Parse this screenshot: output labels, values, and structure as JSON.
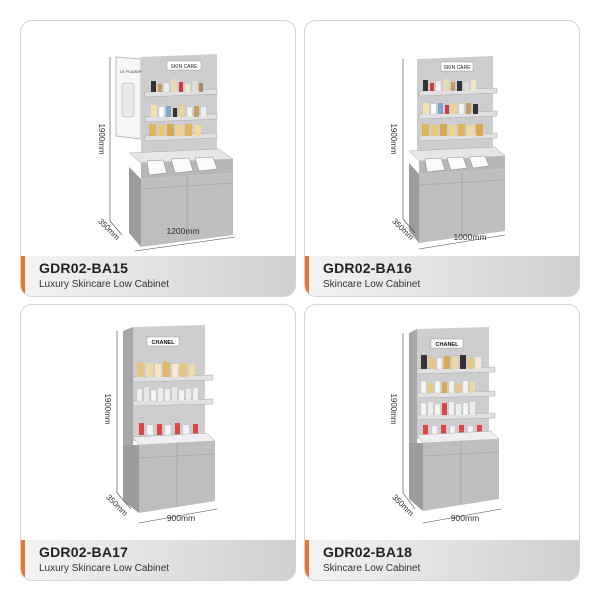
{
  "products": [
    {
      "code": "GDR02-BA15",
      "description": "Luxury Skincare Low Cabinet",
      "height": "1900mm",
      "depth": "350mm",
      "width": "1200mm",
      "sign": "SKIN CARE",
      "side_panel": "LE PLAISIR"
    },
    {
      "code": "GDR02-BA16",
      "description": "Skincare Low Cabinet",
      "height": "1900mm",
      "depth": "350mm",
      "width": "1000mm",
      "sign": "SKIN CARE"
    },
    {
      "code": "GDR02-BA17",
      "description": "Luxury Skincare Low Cabinet",
      "height": "1900mm",
      "depth": "350mm",
      "width": "900mm",
      "sign": "CHANEL"
    },
    {
      "code": "GDR02-BA18",
      "description": "Skincare Low Cabinet",
      "height": "1900mm",
      "depth": "350mm",
      "width": "900mm",
      "sign": "CHANEL"
    }
  ],
  "colors": {
    "accent": "#e9742b",
    "cabinet": "#c9c9cb"
  }
}
